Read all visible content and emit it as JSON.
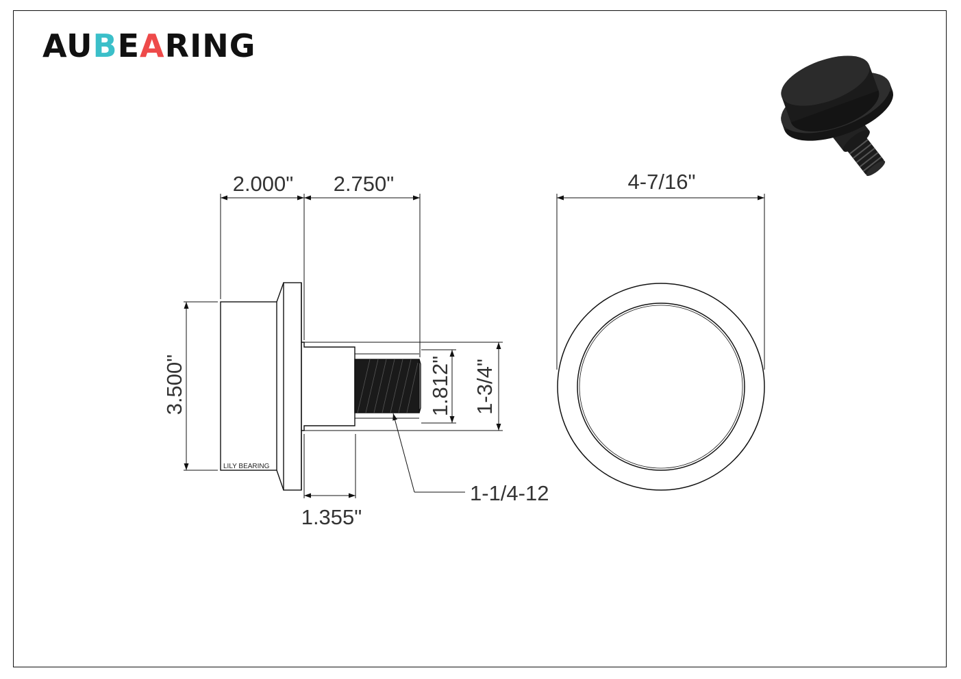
{
  "brand": {
    "parts": [
      {
        "text": "AU",
        "color": "#111111"
      },
      {
        "text": "B",
        "color": "#3bbfc9"
      },
      {
        "text": "E",
        "color": "#111111"
      },
      {
        "text": "A",
        "color": "#ee4a4a"
      },
      {
        "text": "RING",
        "color": "#111111"
      }
    ]
  },
  "drawing": {
    "side_view": {
      "dim_head_width": "2.000\"",
      "dim_stud_length": "2.750\"",
      "dim_outer_diameter": "3.500\"",
      "dim_shoulder_length": "1.355\"",
      "dim_thread_diameter": "1.812\"",
      "dim_stud_diameter": "1-3/4\"",
      "thread_callout": "1-1/4-12",
      "engraving": "LILY BEARING"
    },
    "end_view": {
      "dim_flange_diameter": "4-7/16\""
    },
    "render_icon": "cam-follower-3d-render-icon"
  }
}
